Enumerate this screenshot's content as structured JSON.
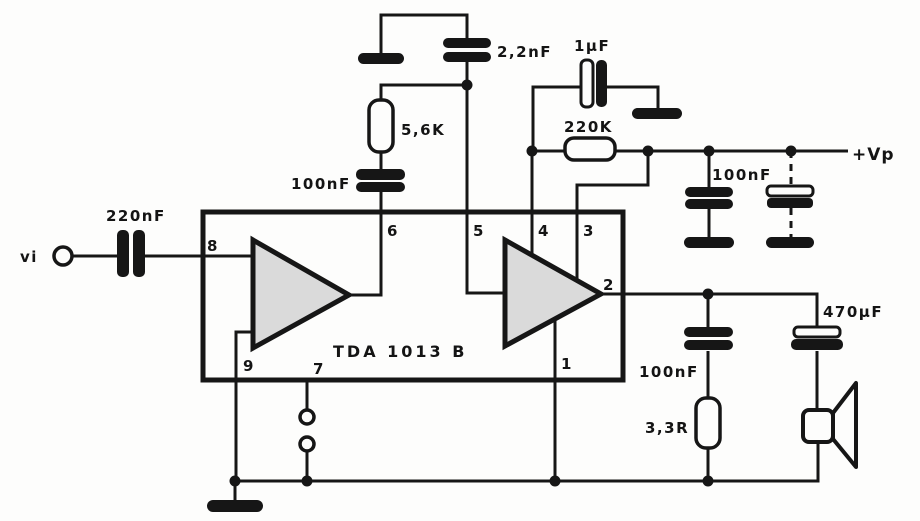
{
  "schematic": {
    "input": {
      "label": "vi"
    },
    "supply": {
      "label": "+Vp"
    },
    "ic": {
      "part_number": "TDA 1013 B",
      "pins": {
        "p1": "1",
        "p2": "2",
        "p3": "3",
        "p4": "4",
        "p5": "5",
        "p6": "6",
        "p7": "7",
        "p8": "8",
        "p9": "9"
      }
    },
    "components": {
      "input_capacitor": {
        "value": "220nF"
      },
      "feedback_capacitor": {
        "value": "2,2nF"
      },
      "ripple_capacitor": {
        "value": "1µF"
      },
      "volume_resistor": {
        "value": "5,6K"
      },
      "volume_capacitor": {
        "value": "100nF"
      },
      "supply_resistor": {
        "value": "220K"
      },
      "decoupling_capacitor": {
        "value": "100nF"
      },
      "output_capacitor": {
        "value": "470µF"
      },
      "zobel_capacitor": {
        "value": "100nF"
      },
      "zobel_resistor": {
        "value": "3,3R"
      }
    },
    "colors": {
      "ink": "#161616",
      "paper": "#fdfdfc",
      "amp_fill": "#dadada"
    }
  }
}
